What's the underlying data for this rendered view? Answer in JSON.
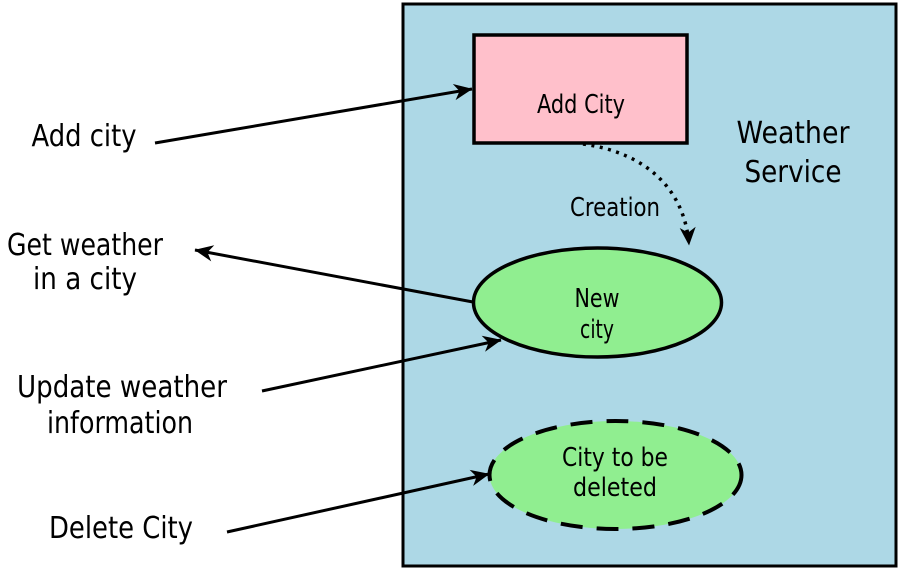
{
  "colors": {
    "container_fill": "#ADD8E6",
    "process_fill": "#FFC0CB",
    "entity_fill": "#90EE90",
    "line": "#000000",
    "background": "#FFFFFF"
  },
  "container": {
    "title_line1": "Weather",
    "title_line2": "Service"
  },
  "nodes": {
    "add_city_box": {
      "label": "Add City"
    },
    "new_city": {
      "line1": "New",
      "line2": "city"
    },
    "city_to_delete": {
      "line1": "City to be",
      "line2": "deleted"
    }
  },
  "edges": {
    "creation_label": "Creation"
  },
  "annotations": {
    "add_city": "Add city",
    "get_weather_line1": "Get weather",
    "get_weather_line2": "in a city",
    "update_weather_line1": "Update weather",
    "update_weather_line2": "information",
    "delete_city": "Delete City"
  }
}
